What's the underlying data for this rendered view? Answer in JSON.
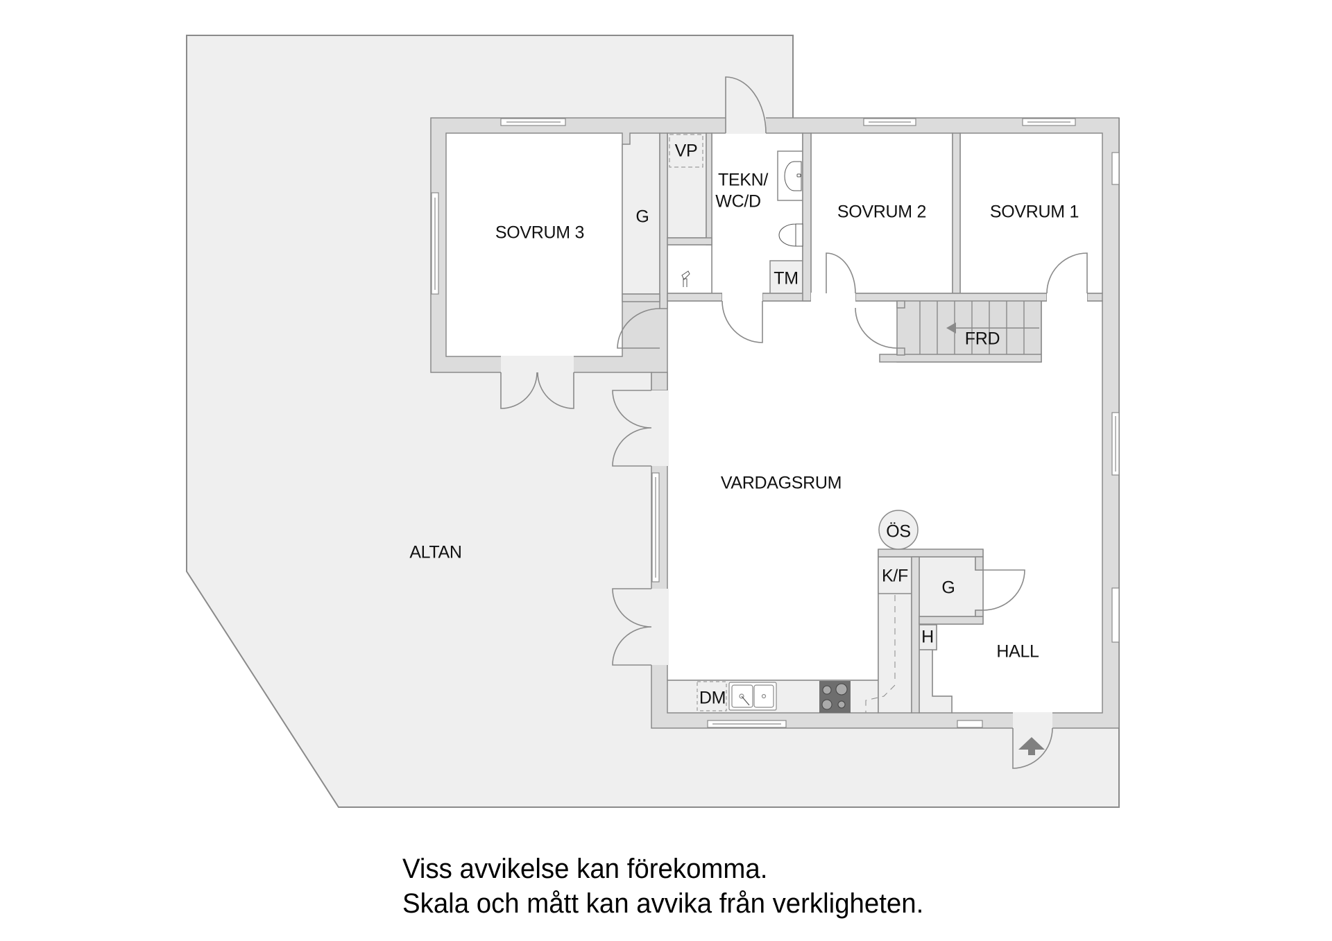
{
  "floorplan": {
    "colors": {
      "background": "#ffffff",
      "outdoor_fill": "#efefef",
      "wall_fill": "#dcdcdc",
      "line": "#8a8a8a",
      "room_fill": "#ffffff",
      "closet_fill": "#efefef",
      "hob_fill": "#6e6e6e",
      "text": "#111111"
    },
    "rooms": {
      "sovrum3": "SOVRUM 3",
      "sovrum2": "SOVRUM 2",
      "sovrum1": "SOVRUM 1",
      "tekn_line1": "TEKN/",
      "tekn_line2": "WC/D",
      "garderob_top": "G",
      "vp": "VP",
      "tm": "TM",
      "frd": "FRD",
      "vardagsrum": "VARDAGSRUM",
      "os": "ÖS",
      "kf": "K/F",
      "garderob_hall": "G",
      "h": "H",
      "hall": "HALL",
      "dm": "DM",
      "altan": "ALTAN"
    },
    "icons": [
      "entrance-arrow-icon",
      "stair-direction-arrow-icon",
      "toilet-icon",
      "sink-icon",
      "kitchen-sink-icon",
      "hob-icon",
      "faucet-icon"
    ]
  },
  "disclaimer": {
    "line1": "Viss avvikelse kan förekomma.",
    "line2": "Skala och mått kan avvika från verkligheten."
  }
}
